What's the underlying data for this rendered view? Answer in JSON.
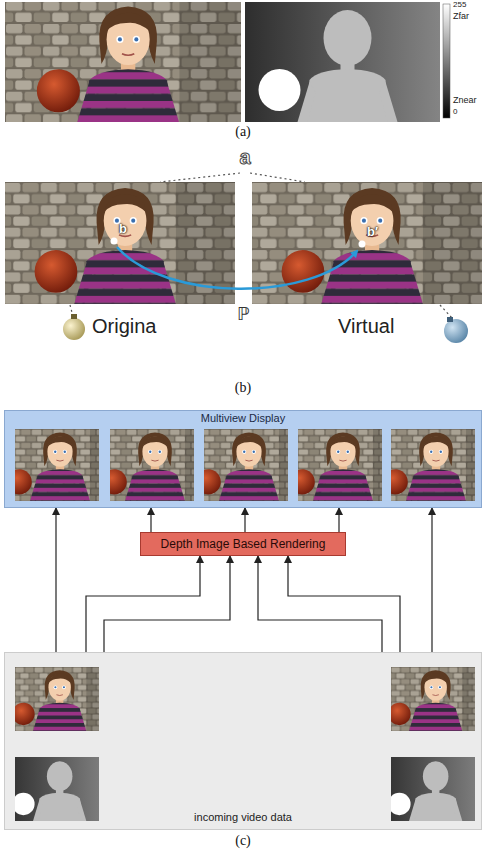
{
  "diagram": {
    "nodes": [
      {
        "text": [
          "Multiview Display"
        ]
      },
      {
        "text": [
          "Depth Image Based Rendering"
        ]
      },
      {
        "text": [
          "incoming video data"
        ]
      }
    ],
    "edges": [
      {
        "from": 2,
        "to": 1,
        "arrow": "to"
      },
      {
        "from": 2,
        "to": 1,
        "arrow": "to"
      },
      {
        "from": 2,
        "to": 1,
        "arrow": "to"
      },
      {
        "from": 2,
        "to": 1,
        "arrow": "to"
      },
      {
        "from": 1,
        "to": 0,
        "arrow": "to"
      },
      {
        "from": 1,
        "to": 0,
        "arrow": "to"
      },
      {
        "from": 1,
        "to": 0,
        "arrow": "to"
      },
      {
        "from": 2,
        "to": 0,
        "arrow": "to"
      },
      {
        "from": 2,
        "to": 0,
        "arrow": "to"
      }
    ],
    "labels": [
      "(a)",
      "255",
      "Zfar",
      "0",
      "Znear",
      "a",
      "b",
      "b′",
      "ℙ",
      "Origina",
      "Virtual",
      "(b)",
      "(c)"
    ]
  }
}
